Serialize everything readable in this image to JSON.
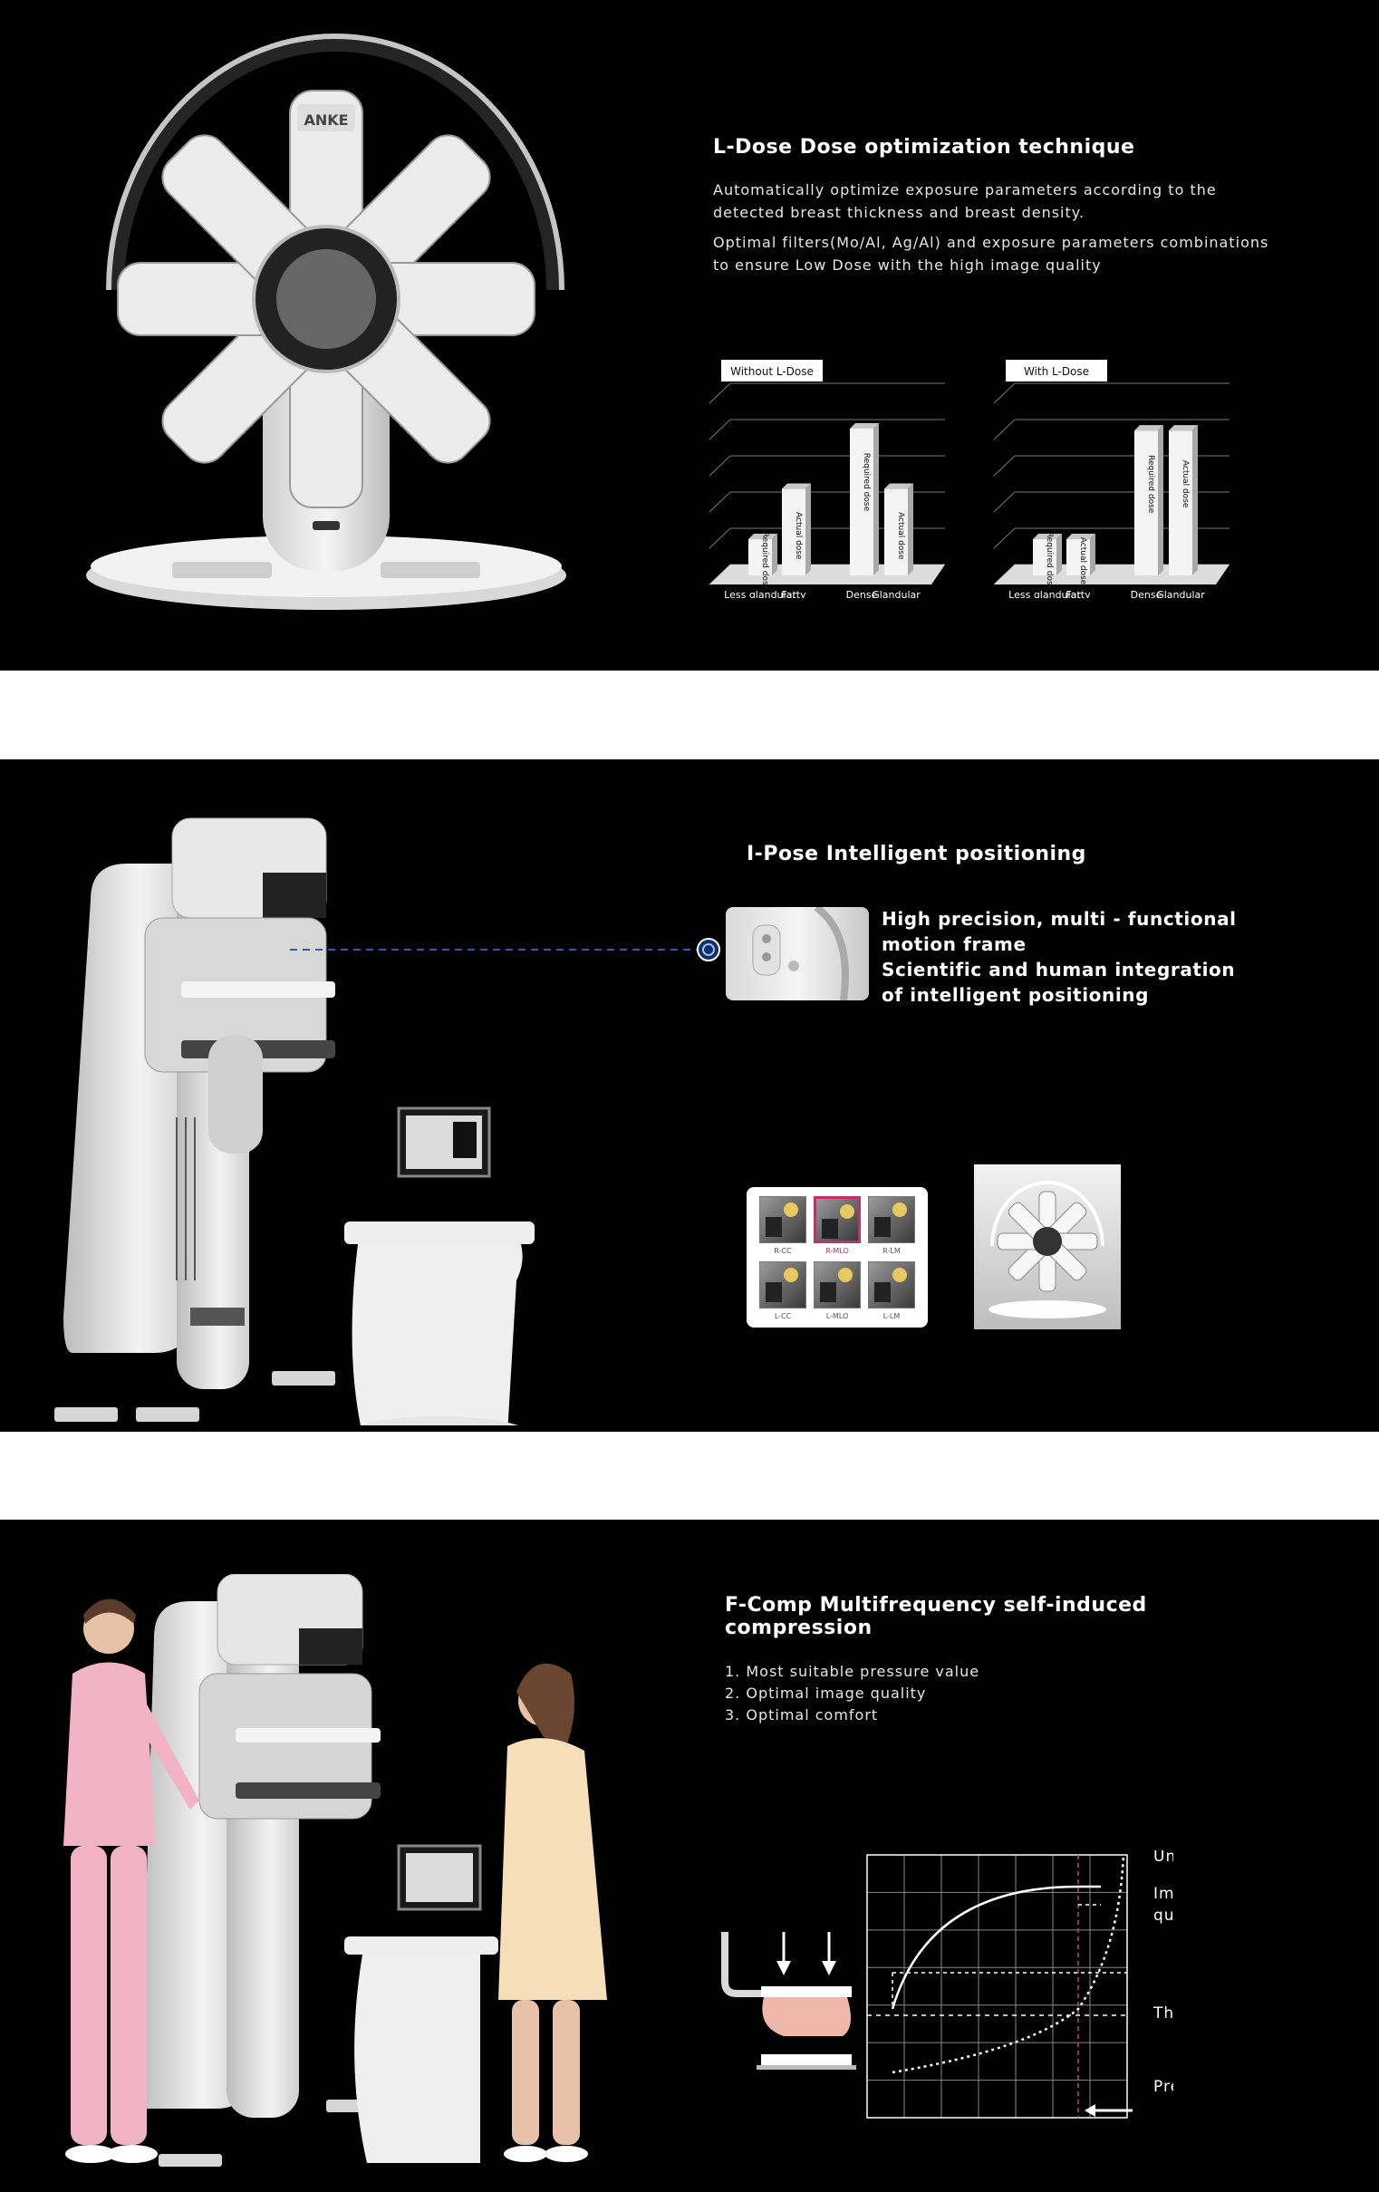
{
  "ldose": {
    "title": "L-Dose Dose optimization technique",
    "para1_line1": "Automatically optimize exposure parameters according to the",
    "para1_line2": "detected breast thickness and breast density.",
    "para2_line1": "Optimal filters(Mo/Al, Ag/Al) and exposure parameters combinations",
    "para2_line2": "to ensure Low Dose with the high image quality",
    "device_logo": "ANKE"
  },
  "chart_data": [
    {
      "type": "bar",
      "title": "Without L-Dose",
      "categories": [
        "Less glandular",
        "Fatty",
        "Dense",
        "Glandular"
      ],
      "series": [
        {
          "name": "Required dose",
          "values": [
            0.18,
            0,
            0.73,
            0
          ]
        },
        {
          "name": "Actual dose",
          "values": [
            0,
            0.43,
            0,
            0.43
          ]
        }
      ],
      "ylim": [
        0,
        1
      ],
      "grid": true
    },
    {
      "type": "bar",
      "title": "With L-Dose",
      "categories": [
        "Less glandular",
        "Fatty",
        "Dense",
        "Glandular"
      ],
      "series": [
        {
          "name": "Required dose",
          "values": [
            0.18,
            0,
            0.72,
            0
          ]
        },
        {
          "name": "Actual dose",
          "values": [
            0,
            0.18,
            0,
            0.72
          ]
        }
      ],
      "ylim": [
        0,
        1
      ],
      "grid": true
    },
    {
      "type": "line",
      "series": [
        {
          "name": "Image quality",
          "style": "solid"
        },
        {
          "name": "Uncomfortable",
          "style": "dotted"
        }
      ],
      "axis_labels": {
        "top": "Uncomfortable",
        "upper": "Image quality",
        "middle": "Thickness",
        "bottom": "Pressure"
      },
      "grid": true,
      "marker_color": "#c05050"
    }
  ],
  "ipose": {
    "title": "I-Pose Intelligent positioning",
    "line1": "High precision, multi - functional",
    "line2": "motion frame",
    "line3": "Scientific and human integration",
    "line4": "of intelligent positioning",
    "positions": [
      "R-CC",
      "R-MLO",
      "R-LM",
      "L-CC",
      "L-MLO",
      "L-LM"
    ],
    "selected_position": "R-MLO",
    "accent_color": "#c0306a",
    "line_color": "#2b5fae"
  },
  "fcomp": {
    "title_line1": "F-Comp Multifrequency self-induced",
    "title_line2": "compression",
    "items": [
      "1. Most suitable pressure value",
      "2. Optimal image quality",
      "3. Optimal comfort"
    ],
    "label_uncomfortable": "Uncomfortable",
    "label_image": "Image",
    "label_quality": "quality",
    "label_thickness": "Thickness",
    "label_pressure": "Pressure"
  }
}
